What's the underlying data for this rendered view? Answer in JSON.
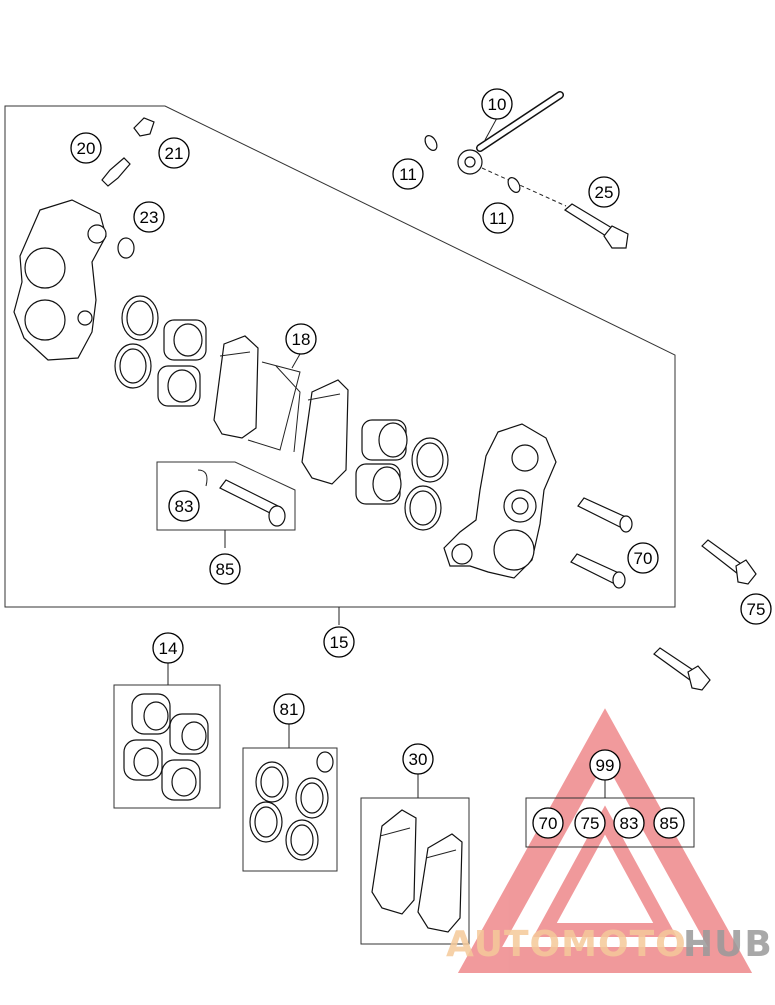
{
  "callouts": {
    "c10": "10",
    "c11a": "11",
    "c11b": "11",
    "c25": "25",
    "c20": "20",
    "c21": "21",
    "c23": "23",
    "c18": "18",
    "c83": "83",
    "c85": "85",
    "c70": "70",
    "c75": "75",
    "c15": "15",
    "c14": "14",
    "c81": "81",
    "c30": "30",
    "c99": "99",
    "k70": "70",
    "k75": "75",
    "k83": "83",
    "k85": "85"
  },
  "watermark": {
    "part1": "AUTOMOTO",
    "part2": "HUB",
    "color1": "#f5c99a",
    "color2": "#9a9a9a",
    "logo_color": "#e5474b"
  }
}
